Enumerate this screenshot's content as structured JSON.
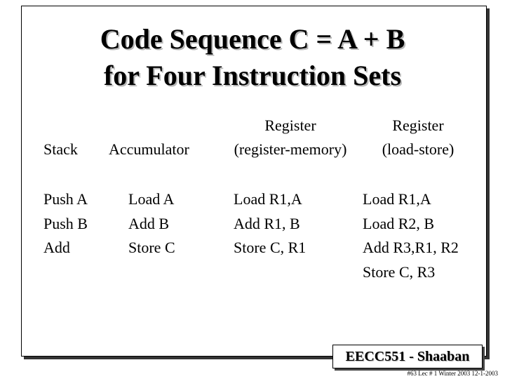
{
  "slide": {
    "title_line1": "Code Sequence  C = A + B",
    "title_line2": "for Four Instruction Sets"
  },
  "columns": [
    {
      "header_line1": "",
      "header_line2": "Stack",
      "rows": [
        "Push A",
        "Push B",
        "Add"
      ]
    },
    {
      "header_line1": "",
      "header_line2": "Accumulator",
      "rows": [
        "Load A",
        "Add B",
        "Store C"
      ]
    },
    {
      "header_line1": "Register",
      "header_line2": "(register-memory)",
      "rows": [
        "Load R1,A",
        "Add R1, B",
        "Store C, R1"
      ]
    },
    {
      "header_line1": "Register",
      "header_line2": "(load-store)",
      "rows": [
        "Load R1,A",
        "Load R2, B",
        "Add R3,R1, R2",
        "Store C, R3"
      ]
    }
  ],
  "footer": {
    "label": "EECC551 - Shaaban",
    "note": "#63   Lec # 1   Winter 2003   12-1-2003"
  }
}
